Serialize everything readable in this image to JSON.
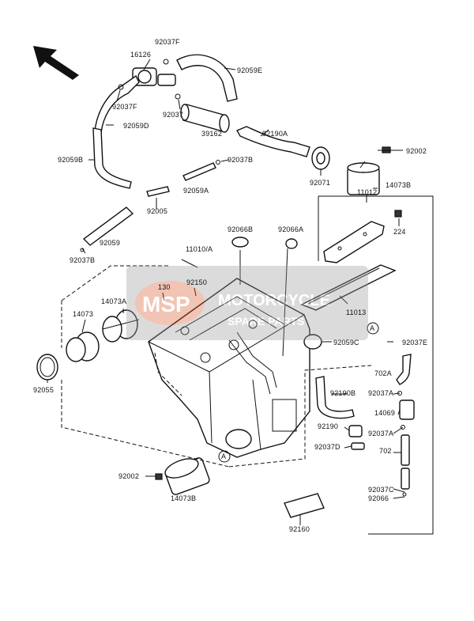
{
  "watermark": {
    "logo_text": "MSP",
    "line1": "MOTORCYCLE",
    "line2": "SPARE PARTS"
  },
  "circle_marker": "A",
  "labels": {
    "p92037F_top": "92037F",
    "p16126": "16126",
    "p92059E": "92059E",
    "p92037F_left": "92037F",
    "p92037": "92037",
    "p92059D": "92059D",
    "p39162": "39162",
    "p92190A": "92190A",
    "p92002_top": "92002",
    "p92059B": "92059B",
    "p92037B_mid": "92037B",
    "p92071": "92071",
    "p14073B_top": "14073B",
    "p92059A": "92059A",
    "p92005": "92005",
    "p11012": "11012",
    "p224": "224",
    "p92066B": "92066B",
    "p92066A": "92066A",
    "p92059": "92059",
    "p92037B_left": "92037B",
    "p11010A": "11010/A",
    "p130": "130",
    "p92150": "92150",
    "p14073A": "14073A",
    "p14073": "14073",
    "p11013": "11013",
    "p92059C": "92059C",
    "p92037E": "92037E",
    "p702A": "702A",
    "p92190B": "92190B",
    "p92037A_1": "92037A",
    "p14069": "14069",
    "p92190": "92190",
    "p92037A_2": "92037A",
    "p92037D": "92037D",
    "p702": "702",
    "p92055": "92055",
    "p92002_bot": "92002",
    "p14073B_bot": "14073B",
    "p92037C": "92037C",
    "p92066": "92066",
    "p92160": "92160"
  }
}
